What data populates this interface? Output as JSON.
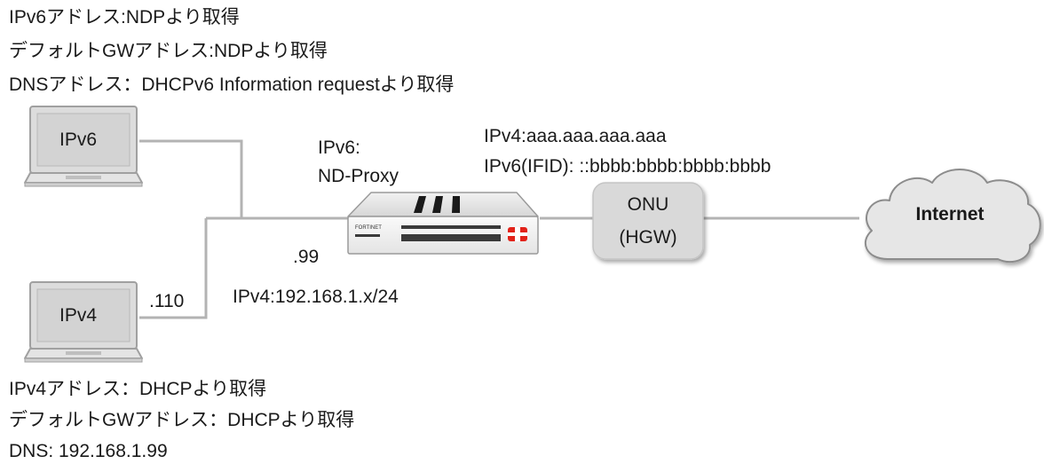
{
  "ipv6_client_notes": {
    "line1": "IPv6アドレス:NDPより取得",
    "line2": "デフォルトGWアドレス:NDPより取得",
    "line3": "DNSアドレス：DHCPv6 Information requestより取得"
  },
  "ipv4_client_notes": {
    "line1": "IPv4アドレス：DHCPより取得",
    "line2": "デフォルトGWアドレス：DHCPより取得",
    "line3": "DNS: 192.168.1.99"
  },
  "laptop_ipv6": {
    "label": "IPv6"
  },
  "laptop_ipv4": {
    "label": "IPv4",
    "host_addr": ".110"
  },
  "firewall": {
    "mode_line1": "IPv6:",
    "mode_line2": "ND-Proxy",
    "lan_addr": ".99",
    "lan_subnet": "IPv4:192.168.1.x/24",
    "wan_ipv4": "IPv4:aaa.aaa.aaa.aaa",
    "wan_ipv6": "IPv6(IFID): ::bbbb:bbbb:bbbb:bbbb",
    "brand": "FORTINET"
  },
  "onu": {
    "line1": "ONU",
    "line2": "(HGW)"
  },
  "internet": {
    "label": "Internet"
  },
  "colors": {
    "line": "#b3b3b3",
    "laptop_body": "#dcdcdc",
    "screen": "#d4d4d4",
    "onu_fill": "#d9d9d9",
    "cloud_fill": "#e6e6e6",
    "accent_red": "#e2231a"
  }
}
